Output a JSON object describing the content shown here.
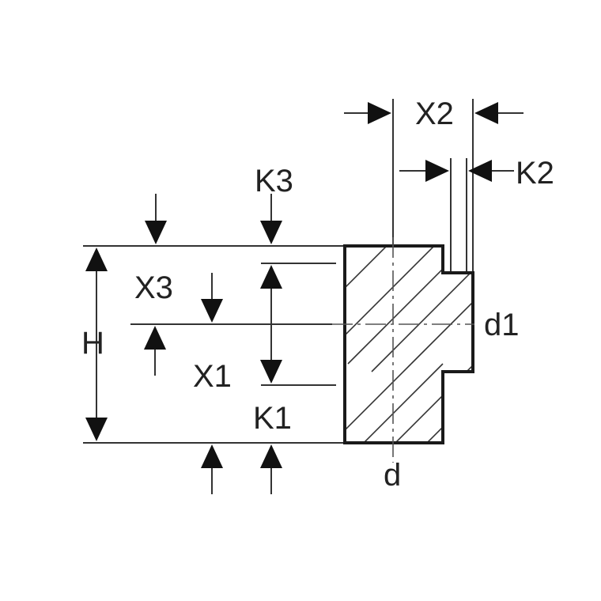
{
  "labels": {
    "X2": "X2",
    "K2": "K2",
    "K3": "K3",
    "X3": "X3",
    "H": "H",
    "d1": "d1",
    "X1": "X1",
    "K1": "K1",
    "d": "d"
  },
  "colors": {
    "line": "#333333",
    "outline": "#1a1a1a",
    "text": "#222222"
  }
}
